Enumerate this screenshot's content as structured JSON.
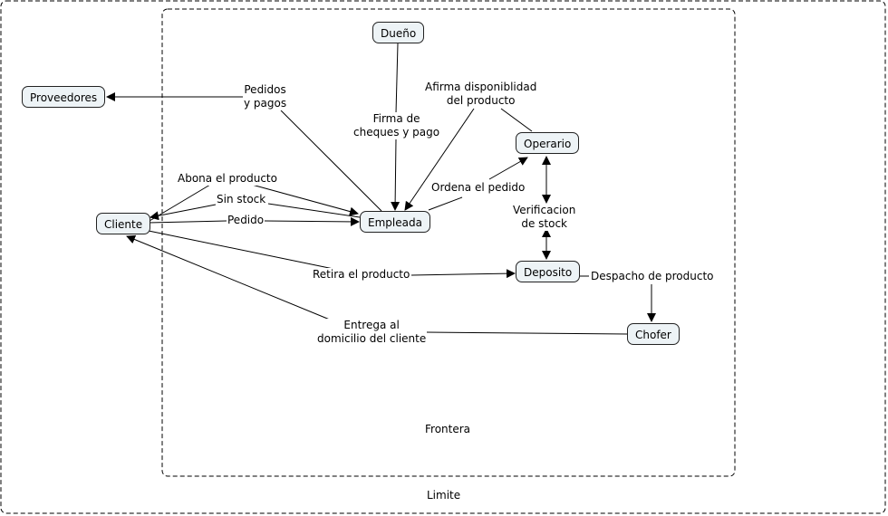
{
  "diagram": {
    "outer_boundary_label": "Limite",
    "inner_boundary_label": "Frontera",
    "nodes": {
      "proveedores": "Proveedores",
      "dueno": "Dueño",
      "operario": "Operario",
      "cliente": "Cliente",
      "empleada": "Empleada",
      "deposito": "Deposito",
      "chofer": "Chofer"
    },
    "links": {
      "pedidos_pagos": "Pedidos\ny pagos",
      "firma_cheques": "Firma de\ncheques y pago",
      "afirma_disponibilidad": "Afirma disponiblidad\ndel producto",
      "abona_producto": "Abona el producto",
      "sin_stock": "Sin stock",
      "pedido": "Pedido",
      "ordena_pedido": "Ordena el pedido",
      "verificacion_stock": "Verificacion\nde stock",
      "retira_producto": "Retira el producto",
      "despacho_producto": "Despacho de producto",
      "entrega_domicilio": "Entrega al\ndomicilio del cliente"
    }
  }
}
